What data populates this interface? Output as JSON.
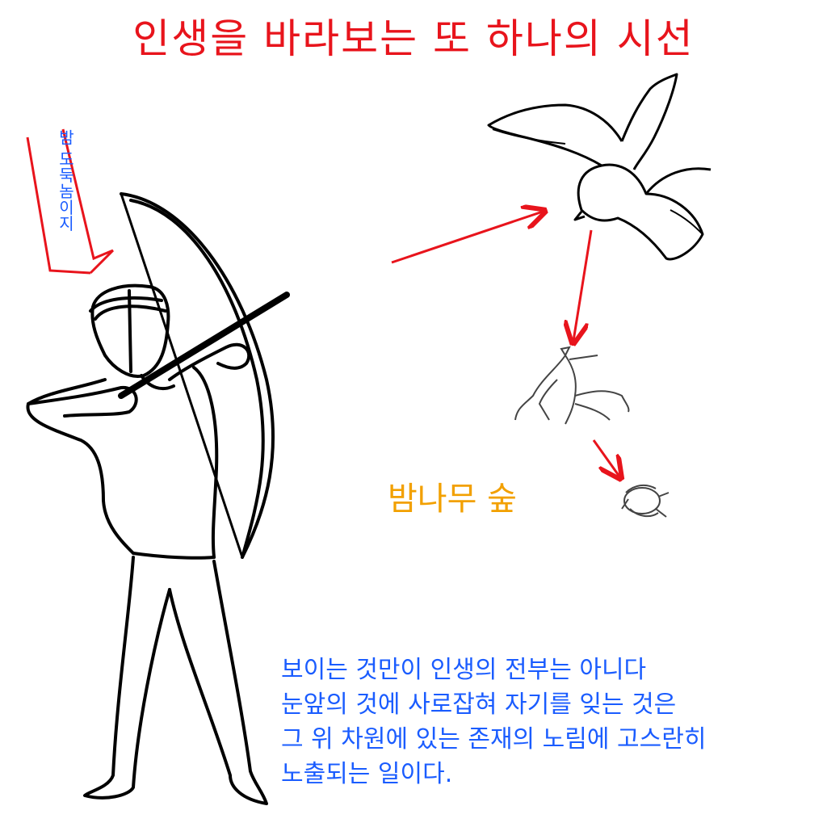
{
  "title": "인생을 바라보는 또 하나의 시선",
  "side_label": "밤 도둑놈이지",
  "forest_label": "밤나무 숲",
  "quote_lines": [
    "보이는 것만이 인생의 전부는 아니다",
    "눈앞의 것에 사로잡혀 자기를 잊는 것은",
    "그 위 차원에 있는 존재의 노림에 고스란히",
    "노출되는 일이다."
  ],
  "colors": {
    "title": "#e8141c",
    "arrows": "#e8141c",
    "forest": "#f2a000",
    "text": "#1a5cff",
    "line_art": "#000000"
  }
}
